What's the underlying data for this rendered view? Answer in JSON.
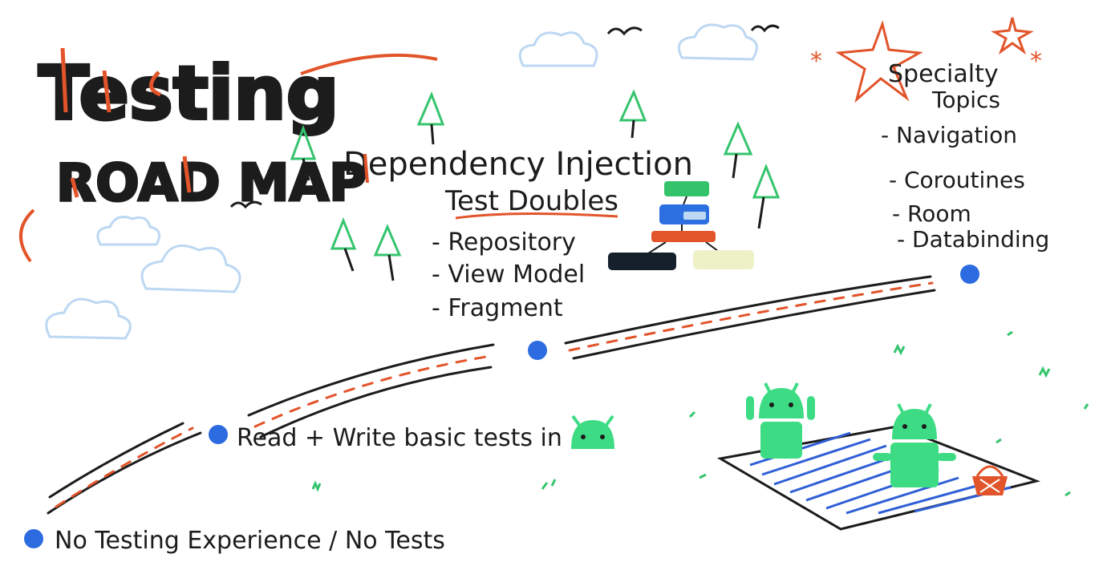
{
  "title": {
    "line1": "Testing",
    "line2": "ROAD MAP"
  },
  "milestones": [
    {
      "label": "No Testing Experience / No Tests"
    },
    {
      "label": "Read + Write basic tests in"
    },
    {
      "heading": "Dependency Injection",
      "subheading": "Test Doubles",
      "items": [
        "- Repository",
        "- View Model",
        "- Fragment"
      ]
    },
    {
      "heading_line1": "Specialty",
      "heading_line2": "Topics",
      "items": [
        "- Navigation",
        "- Coroutines",
        "- Room",
        "- Databinding"
      ]
    }
  ],
  "colors": {
    "accent": "#e2542a",
    "road_dot": "#2d6be0",
    "android_green": "#3ddc84",
    "tree_green": "#35c46d",
    "cloud": "#bcd8f2",
    "blanket": "#2f5fd6",
    "ink": "#1c1c1c",
    "block_green": "#34c26b",
    "block_blue": "#2b6fe0",
    "block_dark": "#16202c",
    "block_cream": "#eef0c6"
  },
  "icons": [
    "android-head-icon",
    "tree-icon",
    "cloud-icon",
    "bird-icon",
    "star-icon",
    "android-robot-icon",
    "picnic-basket-icon"
  ]
}
